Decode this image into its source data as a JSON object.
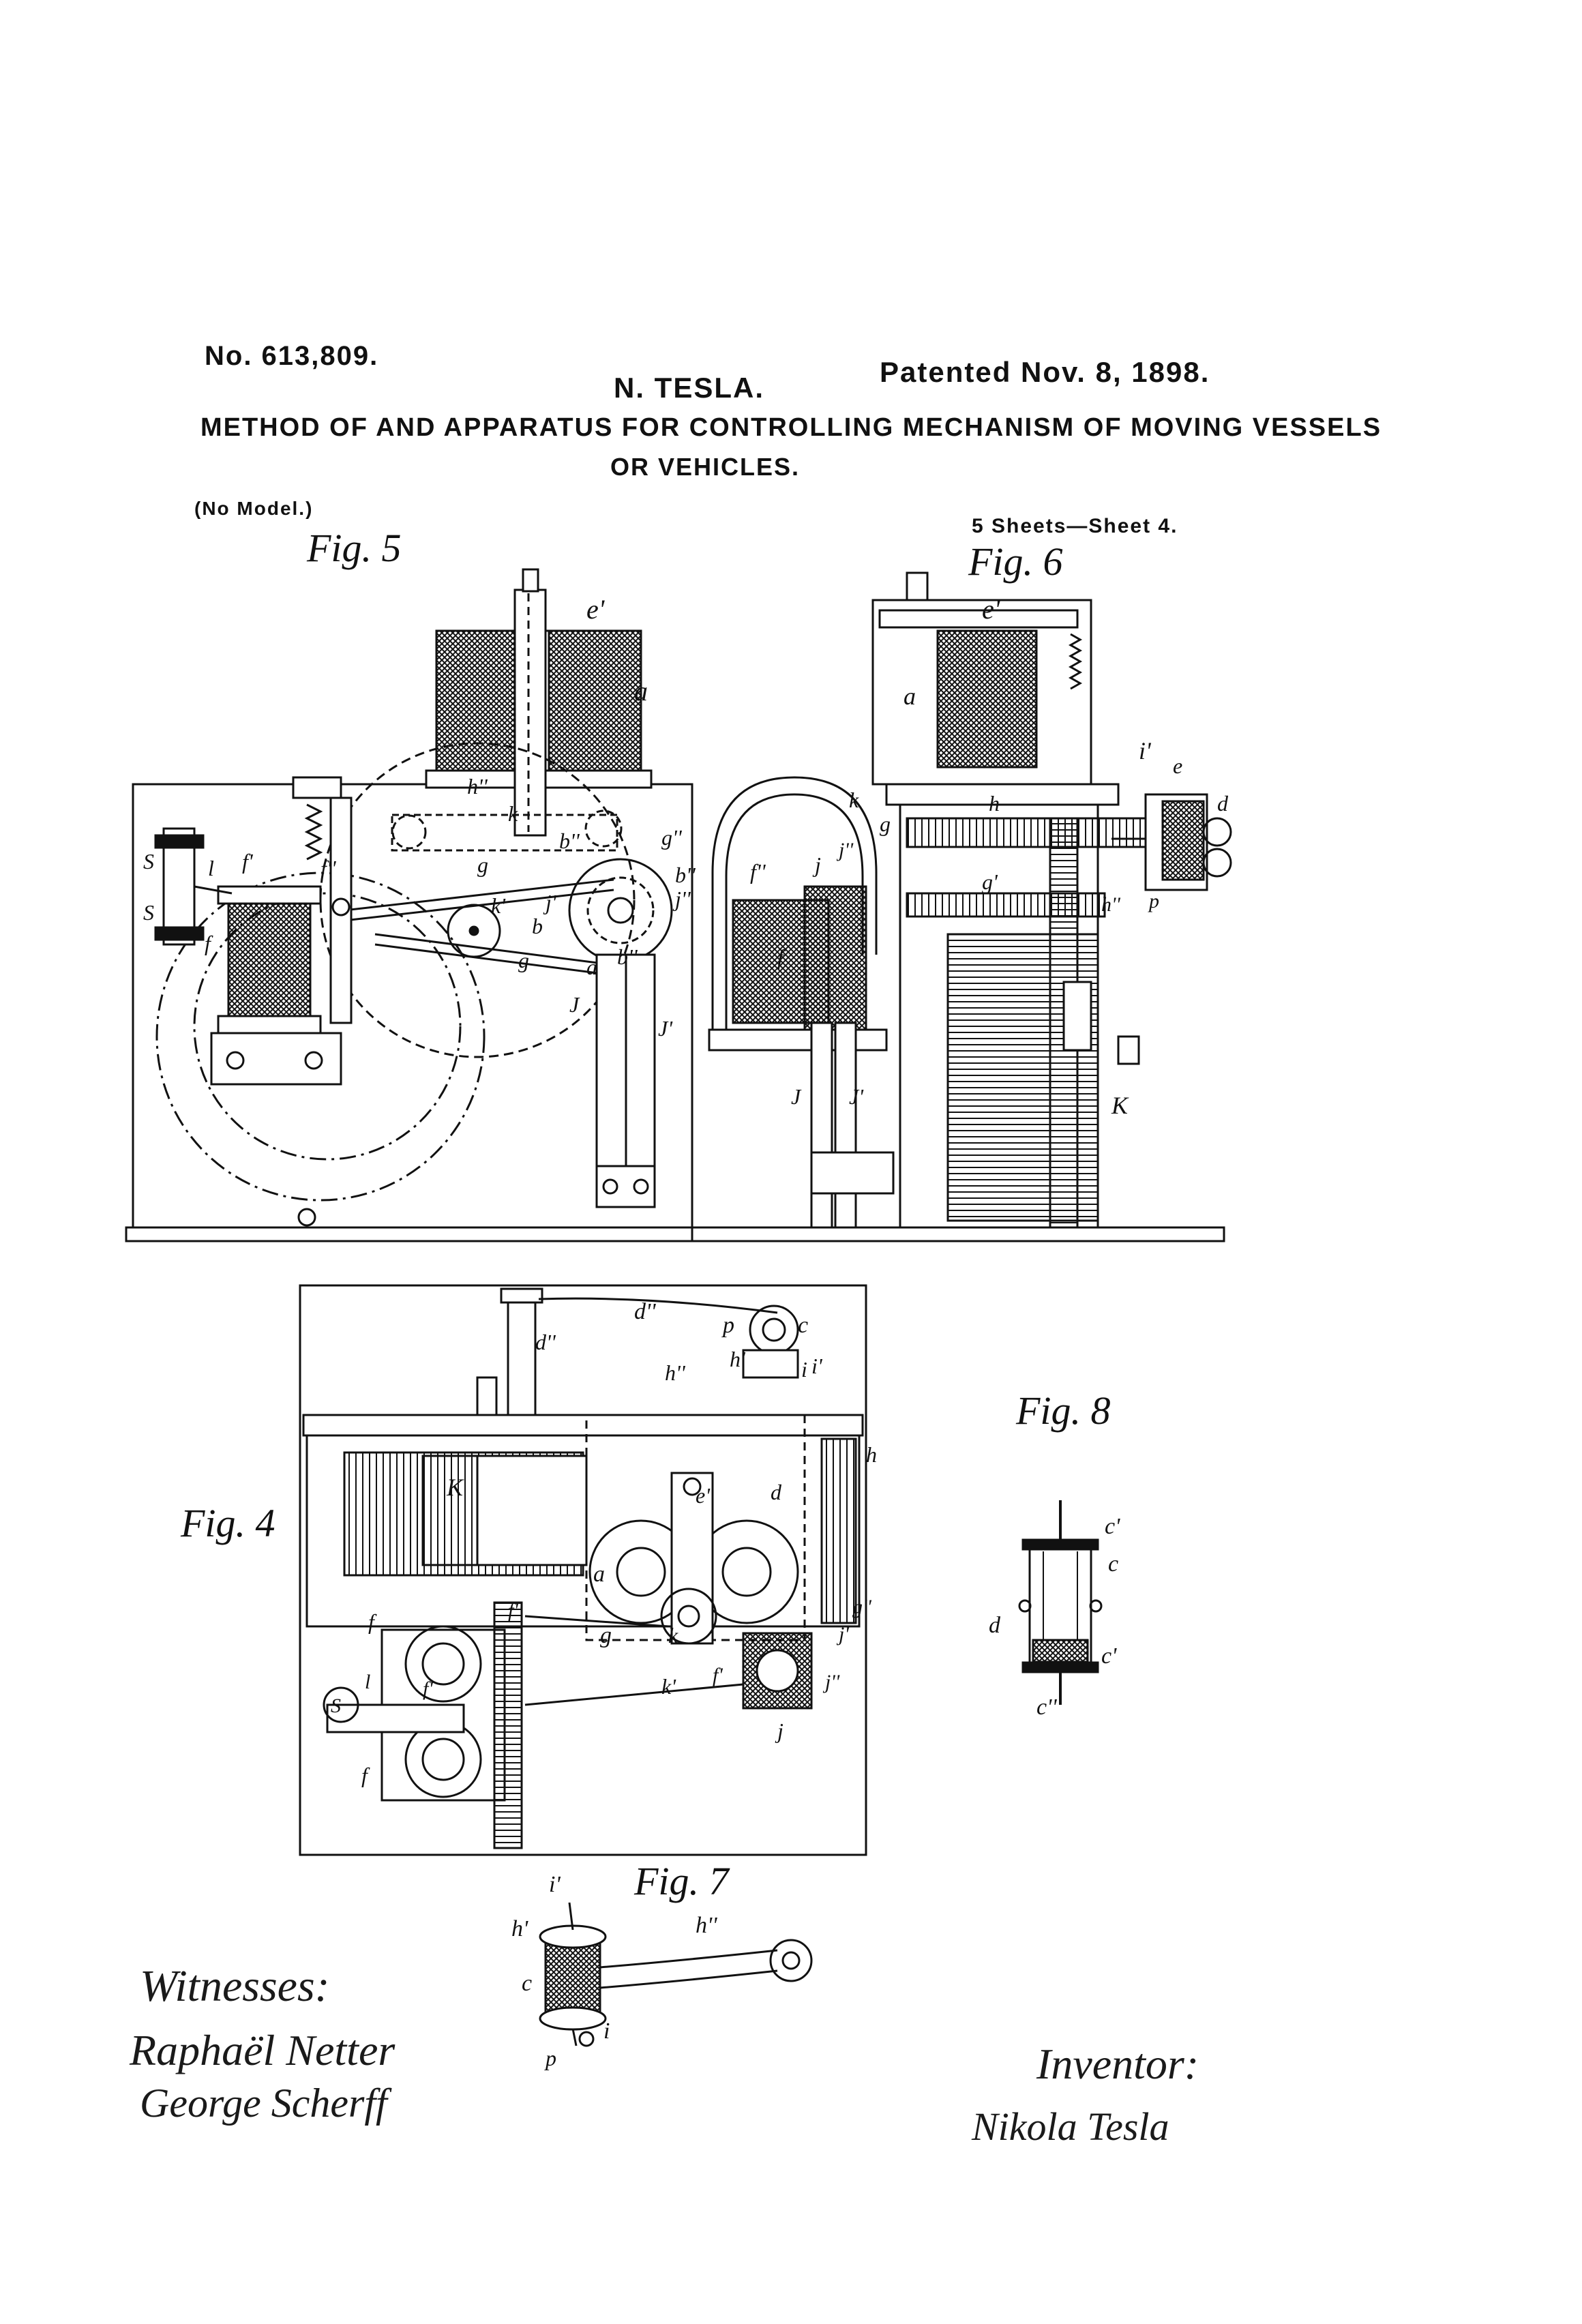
{
  "header": {
    "patent_number": "No. 613,809.",
    "inventor": "N. TESLA.",
    "patent_date": "Patented Nov. 8, 1898.",
    "title_line1": "METHOD OF AND APPARATUS FOR CONTROLLING MECHANISM OF MOVING VESSELS",
    "title_line2": "OR VEHICLES.",
    "model_note": "(No Model.)",
    "sheet_info": "5 Sheets—Sheet 4."
  },
  "figures": {
    "fig5": "Fig. 5",
    "fig6": "Fig. 6",
    "fig4": "Fig. 4",
    "fig8": "Fig. 8",
    "fig7": "Fig. 7"
  },
  "reference_letters": {
    "fig5": [
      "e'",
      "a",
      "h''",
      "k",
      "b''",
      "g''",
      "f''",
      "g",
      "b''",
      "j''",
      "j'",
      "S",
      "l",
      "f'",
      "S",
      "f",
      "k'",
      "b",
      "g",
      "a",
      "b''",
      "J",
      "J'"
    ],
    "fig6": [
      "e'",
      "a",
      "i'",
      "e",
      "d",
      "k",
      "j''",
      "h",
      "g",
      "f''",
      "j",
      "g'",
      "f",
      "h''",
      "p",
      "J",
      "J'",
      "K"
    ],
    "fig4": [
      "d''",
      "d''",
      "p",
      "c",
      "h''",
      "h'",
      "i",
      "i'",
      "h",
      "K",
      "e'",
      "d",
      "a",
      "f",
      "f''",
      "g",
      "k",
      "g''",
      "l",
      "f'",
      "k'",
      "f'",
      "j'",
      "j''",
      "j",
      "S",
      "f"
    ],
    "fig8": [
      "c'",
      "c",
      "d",
      "c'",
      "c''"
    ],
    "fig7": [
      "i'",
      "h'",
      "h''",
      "c",
      "i",
      "p"
    ]
  },
  "signatures": {
    "witnesses_label": "Witnesses:",
    "witness1": "Raphaël Netter",
    "witness2": "George Scherff",
    "inventor_label": "Inventor:",
    "inventor_signature": "Nikola Tesla"
  }
}
